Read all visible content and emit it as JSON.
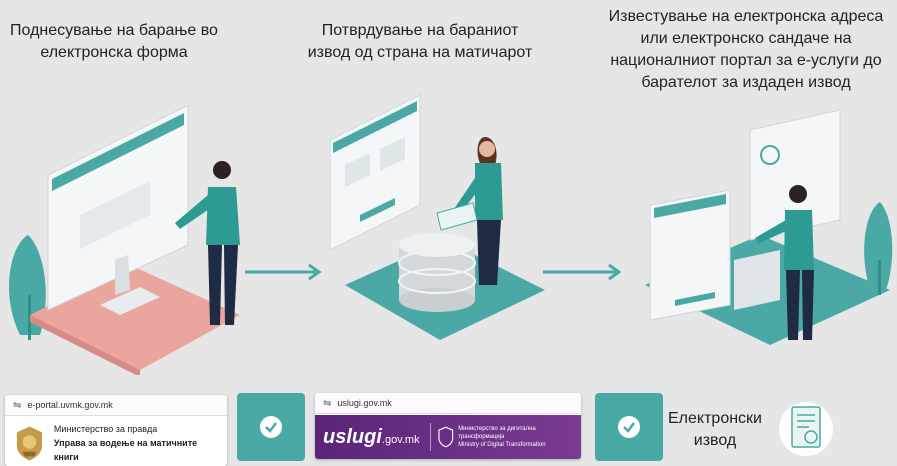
{
  "steps": [
    {
      "title_l1": "Поднесување на барање во",
      "title_l2": "електронска форма"
    },
    {
      "title_l1": "Потврдување на бараниот",
      "title_l2": "извод од страна на матичарот"
    },
    {
      "title_l1": "Известување на електронска адреса",
      "title_l2": "или  електронско сандаче на",
      "title_l3": "националниот портал за е-услуги до",
      "title_l4": "барателот за издаден извод"
    }
  ],
  "portals": [
    {
      "url": "e-portal.uvmk.gov.mk",
      "org_l1": "Министерство за правда",
      "org_l2": "Управа за водење на матичните книги"
    },
    {
      "url": "uslugi.gov.mk",
      "logo_main": "uslugi",
      "logo_suffix": ".gov.mk",
      "org_l1": "Министерство за дигитална трансформација",
      "org_l2": "Ministry of Digital Transformation"
    }
  ],
  "result": {
    "label_l1": "Електронски",
    "label_l2": "извод"
  },
  "colors": {
    "teal": "#4aa9a5",
    "dark_teal": "#2f8f8a",
    "navy": "#1f2a44",
    "pink": "#e9a59e",
    "purple": "#6b2a86"
  }
}
